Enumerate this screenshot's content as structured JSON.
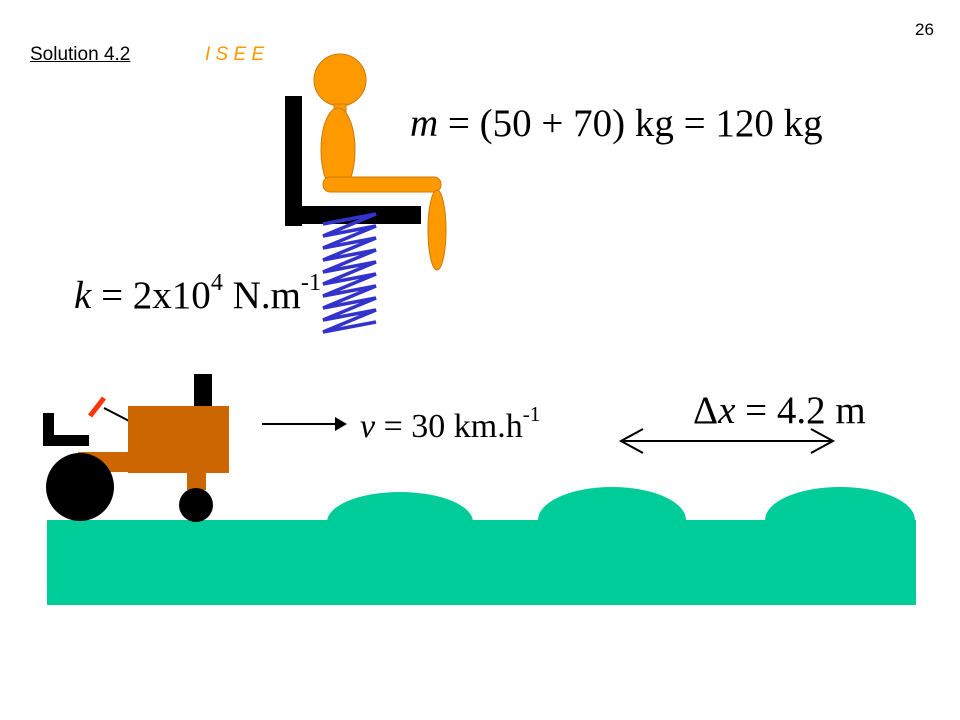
{
  "header": {
    "page_number": "26",
    "solution_title": "Solution 4.2",
    "method_label": "I S E E"
  },
  "equations": {
    "mass": {
      "symbol": "m",
      "rest": " = (50 + 70) kg = 120 kg"
    },
    "spring": {
      "symbol": "k",
      "rest": " = 2x10",
      "exponent": "4",
      "unit": " N.m",
      "unit_exponent": "-1"
    },
    "velocity": {
      "symbol": "v",
      "rest": " = 30 km.h",
      "exponent": "-1"
    },
    "displacement": {
      "delta": "Δ",
      "symbol": "x",
      "rest": " = 4.2 m"
    }
  },
  "colors": {
    "person": "#FF9900",
    "person_outline": "#CC7A00",
    "seat": "#000000",
    "spring": "#3333CC",
    "tractor_body": "#CC6600",
    "lever": "#FF3300",
    "ground": "#00CC99",
    "method_label": "#FF9900"
  }
}
